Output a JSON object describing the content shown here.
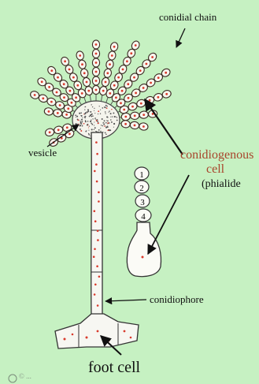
{
  "diagram": {
    "labels": {
      "conidial_chain": "conidial chain",
      "vesicle": "vesicle",
      "conidiogenous": "conidiogenous",
      "cell": "cell",
      "phialide": "(phialide",
      "conidiophore": "conidiophore",
      "foot_cell": "foot cell",
      "watermark": "© ..."
    },
    "conidia_numbers": [
      "1",
      "2",
      "3",
      "4"
    ],
    "colors": {
      "background": "#c6f1c2",
      "accent_label": "#a8452c",
      "dots": "#d93a2c",
      "outline": "#2a1a12"
    }
  }
}
